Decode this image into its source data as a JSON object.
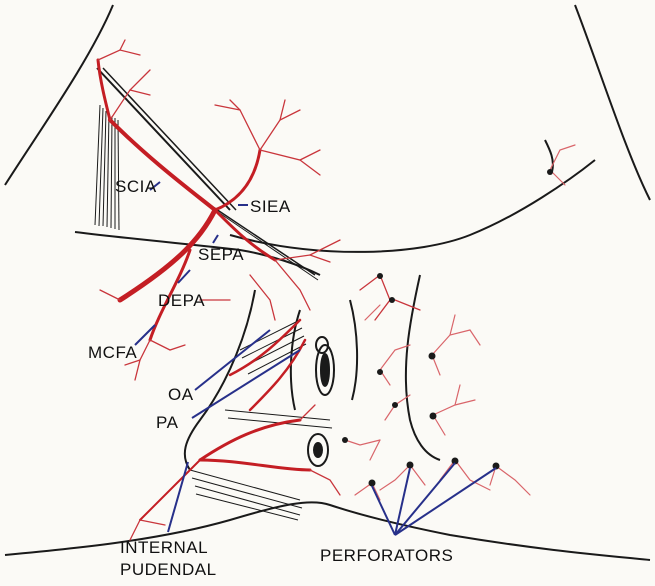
{
  "labels": {
    "scia": "SCIA",
    "siea": "SIEA",
    "sepa": "SEPA",
    "depa": "DEPA",
    "mcfa": "MCFA",
    "oa": "OA",
    "pa": "PA",
    "internal_pudendal_1": "INTERNAL",
    "internal_pudendal_2": "PUDENDAL",
    "perforators": "PERFORATORS"
  },
  "colors": {
    "vessel": "#c41e24",
    "vessel_light": "#d9656a",
    "outline": "#1a1a1a",
    "leader": "#27308a",
    "background": "#fbfaf6"
  }
}
